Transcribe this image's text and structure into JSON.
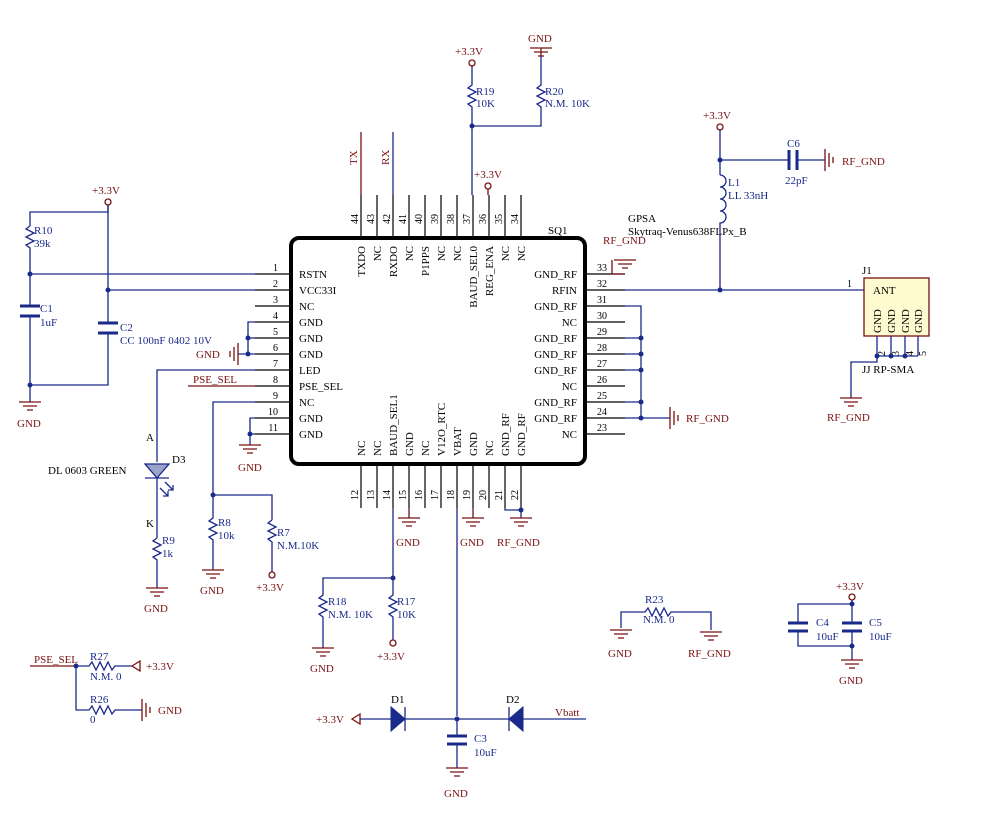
{
  "chip": {
    "ref": "SQ1",
    "name": "GPSA",
    "part": "Skytraq-Venus638FLPx_B",
    "left_pins": [
      {
        "num": "1",
        "name": "RSTN"
      },
      {
        "num": "2",
        "name": "VCC33I"
      },
      {
        "num": "3",
        "name": "NC"
      },
      {
        "num": "4",
        "name": "GND"
      },
      {
        "num": "5",
        "name": "GND"
      },
      {
        "num": "6",
        "name": "GND"
      },
      {
        "num": "7",
        "name": "LED"
      },
      {
        "num": "8",
        "name": "PSE_SEL"
      },
      {
        "num": "9",
        "name": "NC"
      },
      {
        "num": "10",
        "name": "GND"
      },
      {
        "num": "11",
        "name": "GND"
      }
    ],
    "right_pins": [
      {
        "num": "33",
        "name": "GND_RF"
      },
      {
        "num": "32",
        "name": "RFIN"
      },
      {
        "num": "31",
        "name": "GND_RF"
      },
      {
        "num": "30",
        "name": "NC"
      },
      {
        "num": "29",
        "name": "GND_RF"
      },
      {
        "num": "28",
        "name": "GND_RF"
      },
      {
        "num": "27",
        "name": "GND_RF"
      },
      {
        "num": "26",
        "name": "NC"
      },
      {
        "num": "25",
        "name": "GND_RF"
      },
      {
        "num": "24",
        "name": "GND_RF"
      },
      {
        "num": "23",
        "name": "NC"
      }
    ],
    "top_pins": [
      {
        "num": "44",
        "name": "TXDO"
      },
      {
        "num": "43",
        "name": "NC"
      },
      {
        "num": "42",
        "name": "RXDO"
      },
      {
        "num": "41",
        "name": "NC"
      },
      {
        "num": "40",
        "name": "P1PPS"
      },
      {
        "num": "39",
        "name": "NC"
      },
      {
        "num": "38",
        "name": "NC"
      },
      {
        "num": "37",
        "name": "BAUD_SEL0"
      },
      {
        "num": "36",
        "name": "REG_ENA"
      },
      {
        "num": "35",
        "name": "NC"
      },
      {
        "num": "34",
        "name": "NC"
      }
    ],
    "bottom_pins": [
      {
        "num": "12",
        "name": "NC"
      },
      {
        "num": "13",
        "name": "NC"
      },
      {
        "num": "14",
        "name": "BAUD_SEL1"
      },
      {
        "num": "15",
        "name": "GND"
      },
      {
        "num": "16",
        "name": "NC"
      },
      {
        "num": "17",
        "name": "V12O_RTC"
      },
      {
        "num": "18",
        "name": "VBAT"
      },
      {
        "num": "19",
        "name": "GND"
      },
      {
        "num": "20",
        "name": "NC"
      },
      {
        "num": "21",
        "name": "GND_RF"
      },
      {
        "num": "22",
        "name": "GND_RF"
      }
    ]
  },
  "nets": {
    "v33": "+3.3V",
    "gnd": "GND",
    "rf_gnd": "RF_GND",
    "tx": "TX",
    "rx": "RX",
    "pse_sel": "PSE_SEL",
    "vbatt": "Vbatt"
  },
  "parts": {
    "r19": {
      "ref": "R19",
      "val": "10K"
    },
    "r20": {
      "ref": "R20",
      "val": "N.M. 10K"
    },
    "r10": {
      "ref": "R10",
      "val": "39k"
    },
    "c1": {
      "ref": "C1",
      "val": "1uF"
    },
    "c2": {
      "ref": "C2",
      "val": "CC 100nF 0402 10V"
    },
    "c6": {
      "ref": "C6",
      "val": "22pF"
    },
    "l1": {
      "ref": "L1",
      "val": "LL 33nH"
    },
    "j1": {
      "ref": "J1",
      "val": "JJ RP-SMA",
      "label": "ANT",
      "pin1": "1",
      "gnd_pins": [
        "GND",
        "GND",
        "GND",
        "GND"
      ],
      "gnd_nums": [
        "2",
        "3",
        "4",
        "5"
      ]
    },
    "d3": {
      "ref": "D3",
      "val": "DL 0603 GREEN",
      "anode": "A",
      "cathode": "K"
    },
    "r9": {
      "ref": "R9",
      "val": "1k"
    },
    "r8": {
      "ref": "R8",
      "val": "10k"
    },
    "r7": {
      "ref": "R7",
      "val": "N.M.10K"
    },
    "r18": {
      "ref": "R18",
      "val": "N.M. 10K"
    },
    "r17": {
      "ref": "R17",
      "val": "10K"
    },
    "r23": {
      "ref": "R23",
      "val": "N.M. 0"
    },
    "c4": {
      "ref": "C4",
      "val": "10uF"
    },
    "c5": {
      "ref": "C5",
      "val": "10uF"
    },
    "r27": {
      "ref": "R27",
      "val": "N.M. 0"
    },
    "r26": {
      "ref": "R26",
      "val": "0"
    },
    "d1": {
      "ref": "D1"
    },
    "d2": {
      "ref": "D2"
    },
    "c3": {
      "ref": "C3",
      "val": "10uF"
    }
  },
  "colors": {
    "wire": "#1a2a8a",
    "rf_net": "#7a1010",
    "body": "#000000"
  }
}
